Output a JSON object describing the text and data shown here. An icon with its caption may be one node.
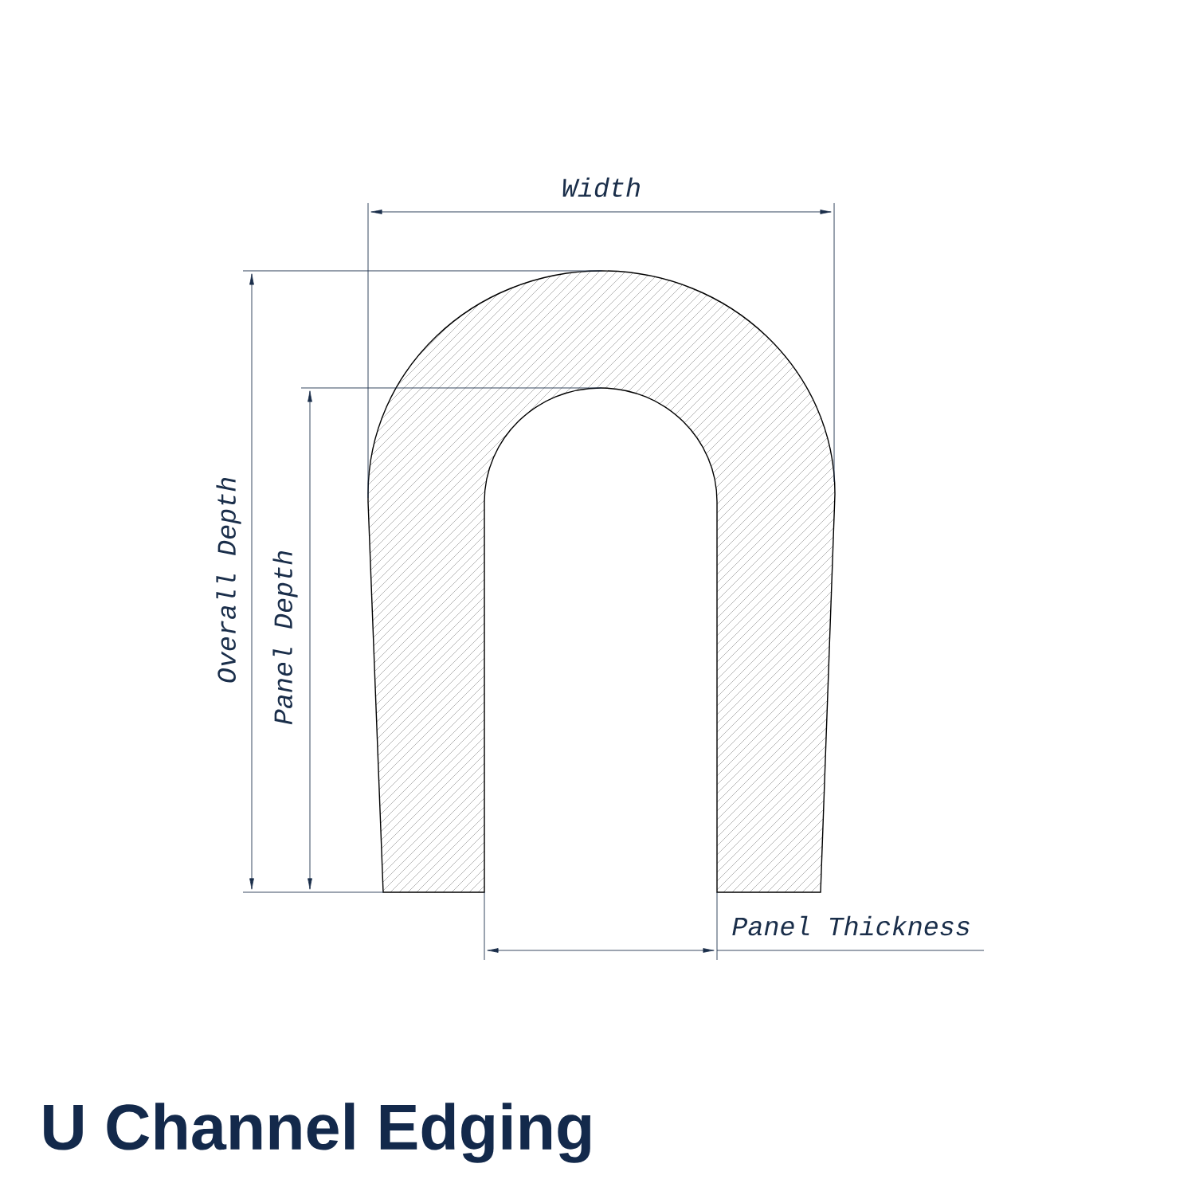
{
  "diagram": {
    "title": "U Channel Edging",
    "labels": [
      "Width",
      "Overall Depth",
      "Panel Depth",
      "Panel Thickness"
    ]
  }
}
